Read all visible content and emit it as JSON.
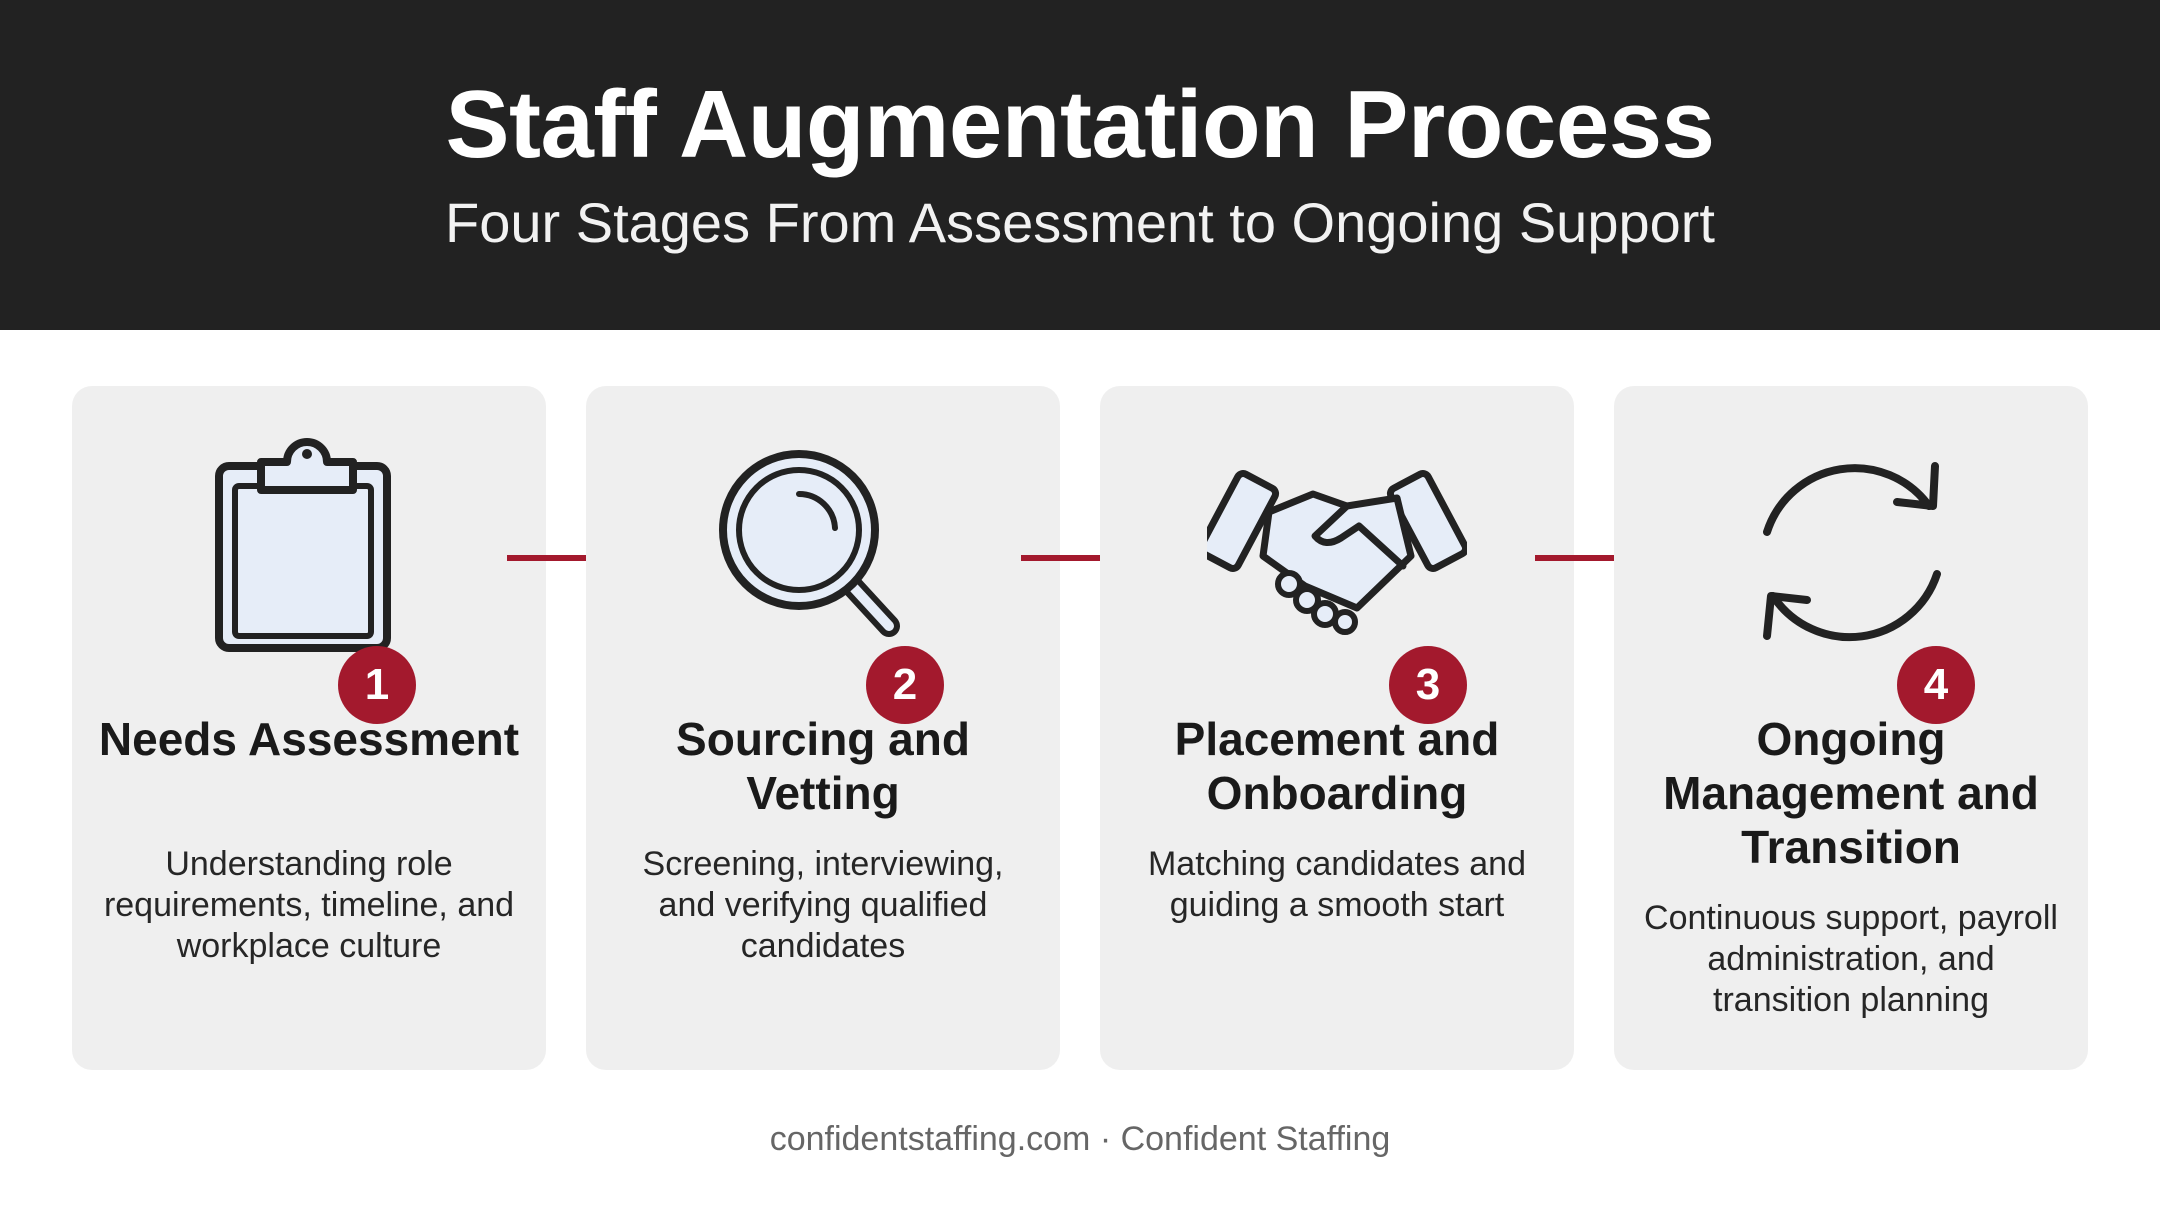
{
  "header": {
    "title": "Staff Augmentation Process",
    "subtitle": "Four Stages From Assessment to Ongoing Support"
  },
  "colors": {
    "accent": "#a3192d",
    "header_bg": "#222222",
    "card_bg": "#efefef"
  },
  "steps": [
    {
      "number": "1",
      "icon": "clipboard-icon",
      "title": "Needs Assessment",
      "description": "Understanding role requirements, timeline, and workplace culture"
    },
    {
      "number": "2",
      "icon": "magnifier-icon",
      "title": "Sourcing and Vetting",
      "description": "Screening, interviewing, and verifying qualified candidates"
    },
    {
      "number": "3",
      "icon": "handshake-icon",
      "title": "Placement and Onboarding",
      "description": "Matching candidates and guiding a smooth start"
    },
    {
      "number": "4",
      "icon": "cycle-icon",
      "title": "Ongoing Management and Transition",
      "description": "Continuous support, payroll administration, and transition planning"
    }
  ],
  "footer": {
    "text": "confidentstaffing.com · Confident Staffing"
  }
}
